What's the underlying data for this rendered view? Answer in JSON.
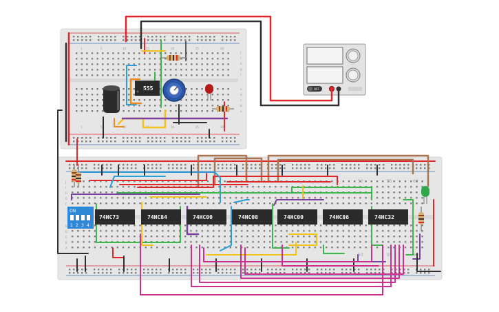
{
  "colors": {
    "board": "#e6e6e6",
    "chip": "#2b2b2b",
    "wire_red": "#e0262a",
    "wire_black": "#2f2f2f",
    "wire_green": "#3cb54a",
    "wire_blue": "#2f9bd8",
    "wire_yellow": "#f2c21b",
    "wire_purple": "#7b3fa0",
    "wire_magenta": "#cc2f8f",
    "wire_brown": "#a9744f",
    "wire_orange": "#f08a1c",
    "dip_switch": "#2f87d8",
    "led_red": "#b31b1b",
    "led_green": "#2fa84a"
  },
  "top_board": {
    "timer_chip": "555",
    "column_numbers": [
      "1",
      "5",
      "10",
      "15",
      "20",
      "25",
      "30"
    ],
    "row_letters_top": [
      "j",
      "i",
      "h",
      "g",
      "f"
    ],
    "row_letters_bottom": [
      "e",
      "d",
      "c",
      "b",
      "a"
    ]
  },
  "bottom_board": {
    "chips": [
      "74HC73",
      "74HC84",
      "74HC00",
      "74HC08",
      "74HC00",
      "74HC86",
      "74HC32"
    ],
    "column_numbers": [
      "50",
      "55",
      "60"
    ],
    "row_letters": [
      "J",
      "I",
      "H",
      "G",
      "F",
      "E",
      "D",
      "C",
      "B",
      "A"
    ]
  },
  "dip_switch": {
    "on_label": "ON",
    "positions": [
      "1",
      "2",
      "3",
      "4"
    ]
  },
  "power_supply": {
    "button_label": "OFF"
  }
}
